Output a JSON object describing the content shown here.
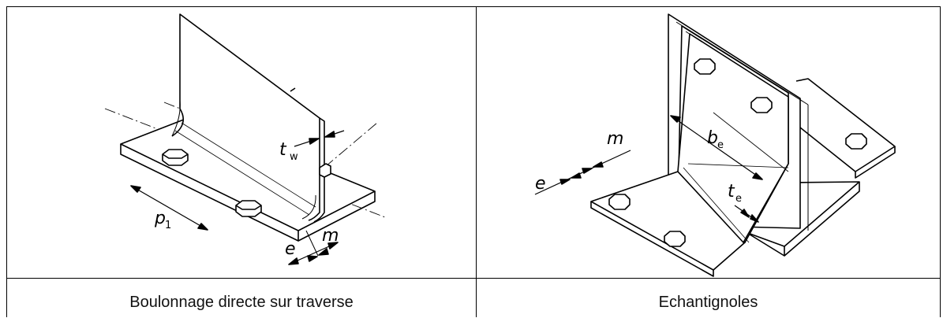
{
  "left": {
    "caption": "Boulonnage directe sur traverse",
    "labels": {
      "tw_main": "t",
      "tw_sub": "w",
      "p1_main": "p",
      "p1_sub": "1",
      "e": "e",
      "m": "m"
    }
  },
  "right": {
    "caption": "Echantignoles",
    "labels": {
      "be_main": "b",
      "be_sub": "e",
      "te_main": "t",
      "te_sub": "e",
      "e": "e",
      "m": "m"
    }
  }
}
